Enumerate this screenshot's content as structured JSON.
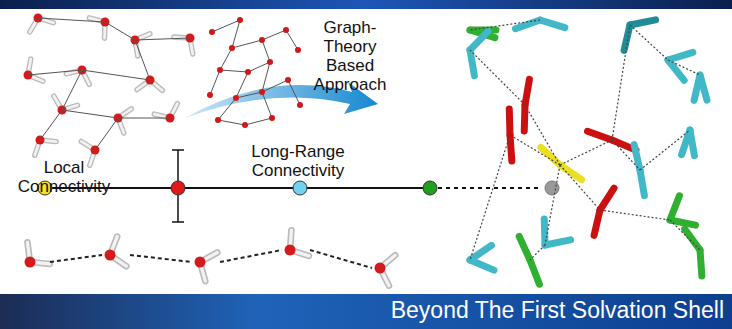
{
  "diagram": {
    "caption": "Beyond The First Solvation Shell",
    "labels": [
      "Graph-Theory Based Approach",
      "Local Connectivity",
      "Long-Range Connectivity"
    ]
  }
}
